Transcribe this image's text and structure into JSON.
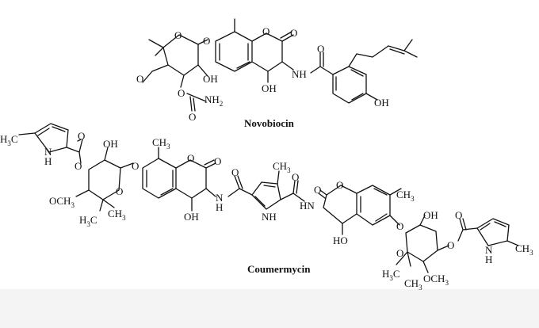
{
  "figure": {
    "background": "#f4f4f4",
    "novobiocin": {
      "name": "Novobiocin",
      "labels": {
        "ring_o": "O",
        "glyco_o": "O",
        "methoxy": "O",
        "oh_sugar": "OH",
        "carbamate_o1": "O",
        "carbamate_nh": "NH",
        "carbamate_nh_sub": "2",
        "carbamate_o2": "O",
        "coumarin_o1": "O",
        "coumarin_o2": "O",
        "oh_coumarin": "OH",
        "amide_nh": "NH",
        "amide_o": "O",
        "oh_phenol": "OH"
      }
    },
    "coumermycin": {
      "name": "Coumermycin",
      "labels": {
        "h3c_left": "H",
        "h3c_left_sub": "3",
        "h3c_left_c": "C",
        "pyrrole_nh_left": "N",
        "pyrrole_h_left": "H",
        "ester_o_left": "O",
        "ester_o2_left": "O",
        "oh_sugar_left": "OH",
        "ring_o_left": "O",
        "glyco_o_left": "O",
        "och3_left": "OCH",
        "och3_left_sub": "3",
        "ch3_sugar_left": "CH",
        "ch3_sugar_left_sub": "3",
        "h3c_sugar_left": "H",
        "h3c_sugar_left_sub": "3",
        "h3c_sugar_left_c": "C",
        "ch3_coum_left": "CH",
        "ch3_coum_left_sub": "3",
        "coum_o1_left": "O",
        "coum_o2_left": "O",
        "oh_coum_left": "OH",
        "amide_nh_left": "N",
        "amide_h_left": "H",
        "amide_o_left": "O",
        "ch3_center": "CH",
        "ch3_center_sub": "3",
        "nh_center": "NH",
        "amide_o_right": "O",
        "amide_hn_right": "HN",
        "coum_o1_right": "O",
        "coum_o2_right": "O",
        "ch3_coum_right": "CH",
        "ch3_coum_right_sub": "3",
        "ho_coum_right": "HO",
        "glyco_o_right": "O",
        "ring_o_right": "O",
        "oh_sugar_right": "OH",
        "ester_o_right": "O",
        "ester_o2_right": "O",
        "pyrrole_n_right": "N",
        "pyrrole_h_right": "H",
        "ch3_right": "CH",
        "ch3_right_sub": "3",
        "h3c_sugar_right": "H",
        "h3c_sugar_right_sub": "3",
        "h3c_sugar_right_c": "C",
        "ch3_sugar_right": "CH",
        "ch3_sugar_right_sub": "3",
        "och3_right": "OCH",
        "och3_right_sub": "3"
      }
    }
  }
}
